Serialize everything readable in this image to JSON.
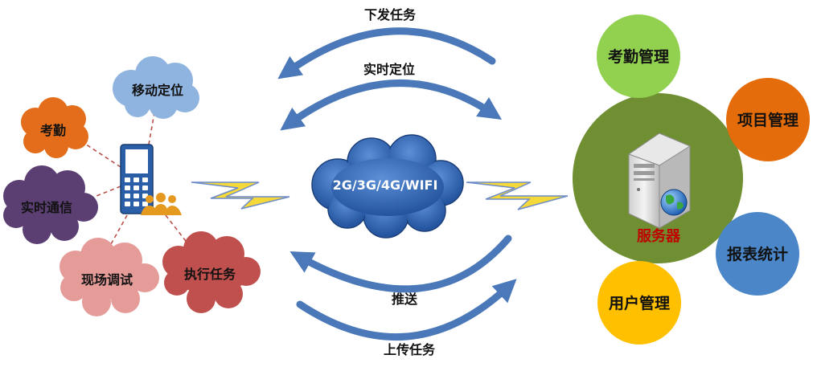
{
  "arrows": {
    "dispatch": "下发任务",
    "locate": "实时定位",
    "push": "推送",
    "upload": "上传任务"
  },
  "network": {
    "label": "2G/3G/4G/WIFI"
  },
  "mobile_functions": {
    "mobile_location": "移动定位",
    "attendance": "考勤",
    "realtime_comm": "实时通信",
    "field_debug": "现场调试",
    "execute_task": "执行任务"
  },
  "server": {
    "label": "服务器",
    "modules": {
      "attendance_mgmt": "考勤管理",
      "project_mgmt": "项目管理",
      "report_stats": "报表统计",
      "user_mgmt": "用户管理"
    }
  },
  "colors": {
    "arrow": "#4a78b8",
    "cloud_mobile": "#8fb4e0",
    "cloud_attendance": "#e36d1a",
    "cloud_comm": "#5b3f73",
    "cloud_debug": "#e59b98",
    "cloud_execute": "#c0504d",
    "network_cloud": "#2f66b8",
    "server_circle": "#6f8f32",
    "attendance_mgmt": "#92d050",
    "project_mgmt": "#e46c0a",
    "report_stats": "#4a86c8",
    "user_mgmt": "#ffc000",
    "server_label": "#c00000",
    "lightning": "#f5d93a"
  }
}
